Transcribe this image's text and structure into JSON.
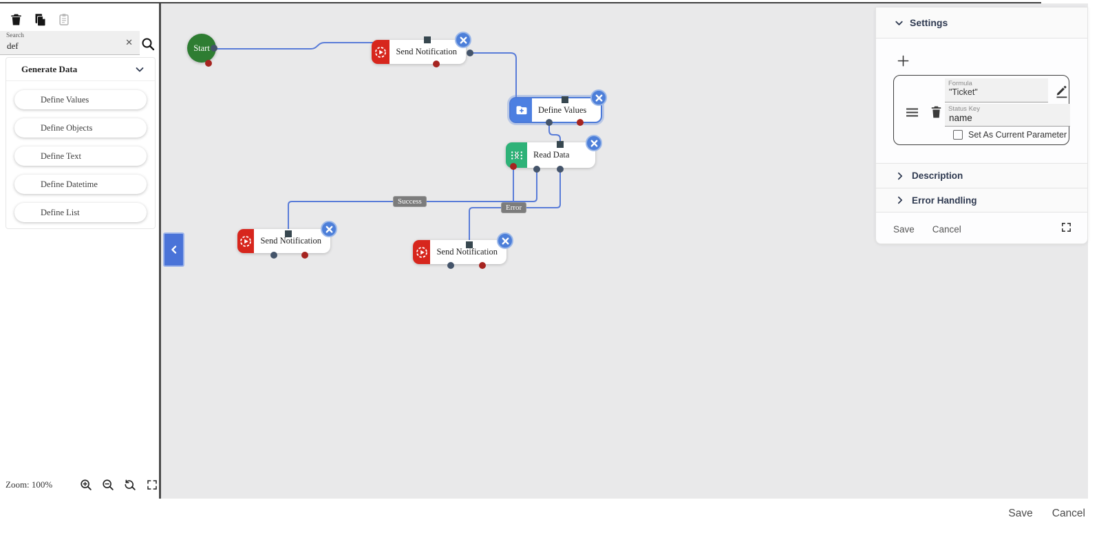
{
  "toolbar": {
    "icons": [
      {
        "name": "trash-icon",
        "enabled": true
      },
      {
        "name": "copy-icon",
        "enabled": true
      },
      {
        "name": "paste-icon",
        "enabled": false
      }
    ]
  },
  "sidebar": {
    "search": {
      "label": "Search",
      "value": "def",
      "clear_icon": "✕"
    },
    "accordion": {
      "title": "Generate Data",
      "items": [
        {
          "label": "Define Values"
        },
        {
          "label": "Define Objects"
        },
        {
          "label": "Define Text"
        },
        {
          "label": "Define Datetime"
        },
        {
          "label": "Define List"
        }
      ]
    }
  },
  "canvas": {
    "zoom_label": "Zoom: 100%",
    "nodes": [
      {
        "id": "start",
        "label": "Start",
        "color": "#2e7d32"
      },
      {
        "id": "send-notification-1",
        "label": "Send Notification",
        "color": "#d7261d"
      },
      {
        "id": "define-values",
        "label": "Define Values",
        "color": "#4c7fe1",
        "selected": true
      },
      {
        "id": "read-data",
        "label": "Read Data",
        "color": "#2eb278"
      },
      {
        "id": "send-notification-2",
        "label": "Send Notification",
        "color": "#d7261d"
      },
      {
        "id": "send-notification-3",
        "label": "Send Notification",
        "color": "#d7261d"
      }
    ],
    "edge_labels": {
      "success": "Success",
      "error": "Error"
    }
  },
  "panel": {
    "title": "Settings",
    "card": {
      "formula_label": "Formula",
      "formula_value": "\"Ticket\"",
      "status_key_label": "Status Key",
      "status_key_value": "name",
      "checkbox_label": "Set As Current Parameter",
      "checkbox_checked": false
    },
    "sections": [
      {
        "label": "Description"
      },
      {
        "label": "Error Handling"
      }
    ],
    "save_label": "Save",
    "cancel_label": "Cancel"
  },
  "footer": {
    "save_label": "Save",
    "cancel_label": "Cancel"
  },
  "colors": {
    "edge": "#587bd8",
    "canvas_bg": "#e9e9ea",
    "close_button": "#4d7fd9",
    "edge_label_bg": "#7c7c7c",
    "accent_blue": "#4a73d8",
    "node_red": "#d7261d",
    "node_green": "#2eb278",
    "start_green": "#2e7d32",
    "node_blue": "#4c7fe1"
  }
}
